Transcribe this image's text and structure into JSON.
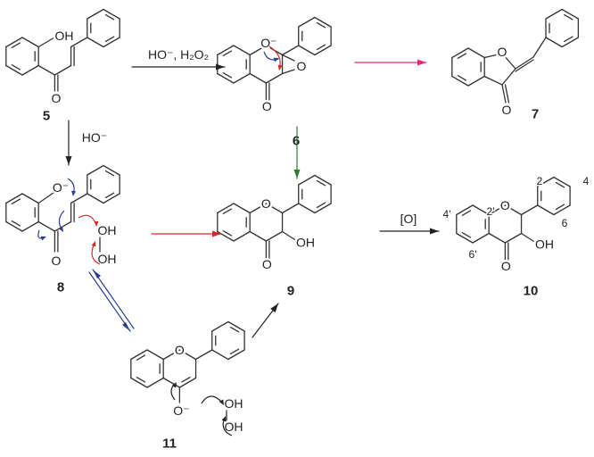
{
  "compounds": {
    "c5": "5",
    "c6": "6",
    "c7": "7",
    "c8": "8",
    "c9": "9",
    "c10": "10",
    "c11": "11"
  },
  "reagents": {
    "epox": "HO⁻, H₂O₂",
    "base": "HO⁻",
    "oxid": "[O]"
  },
  "atoms": {
    "OH": "OH",
    "O": "O",
    "Ominus": "O⁻"
  },
  "positions": {
    "p2": "2",
    "p4": "4",
    "p6": "6",
    "p2p": "2'",
    "p4p": "4'",
    "p6p": "6'"
  },
  "colors": {
    "bond": "#333333",
    "magenta": "#e0287f",
    "green": "#2e7d32",
    "red": "#d62728",
    "blue": "#2a3d8f",
    "black": "#222222"
  }
}
